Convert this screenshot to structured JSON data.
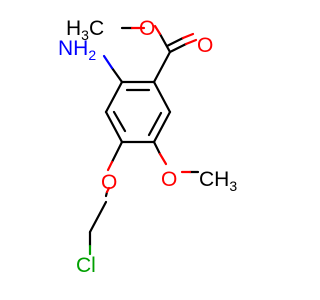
{
  "molecule": {
    "atoms": [
      {
        "id": "ester_methyl",
        "symbol": "H",
        "subscript": "3",
        "suffix": "C"
      },
      {
        "id": "ester_oxygen",
        "symbol": "O"
      },
      {
        "id": "carbonyl_oxygen",
        "symbol": "O"
      },
      {
        "id": "amine",
        "symbol": "N",
        "prefix_h": "H",
        "subscript": "2"
      },
      {
        "id": "ether_oxygen",
        "symbol": "O"
      },
      {
        "id": "methoxy_oxygen",
        "symbol": "O"
      },
      {
        "id": "methoxy_methyl",
        "symbol": "CH",
        "subscript": "3"
      },
      {
        "id": "chlorine",
        "symbol": "Cl"
      }
    ]
  },
  "colors": {
    "carbon_bond": "#000000",
    "oxygen": "#ff0000",
    "nitrogen": "#0000ff",
    "chlorine": "#00a000"
  }
}
